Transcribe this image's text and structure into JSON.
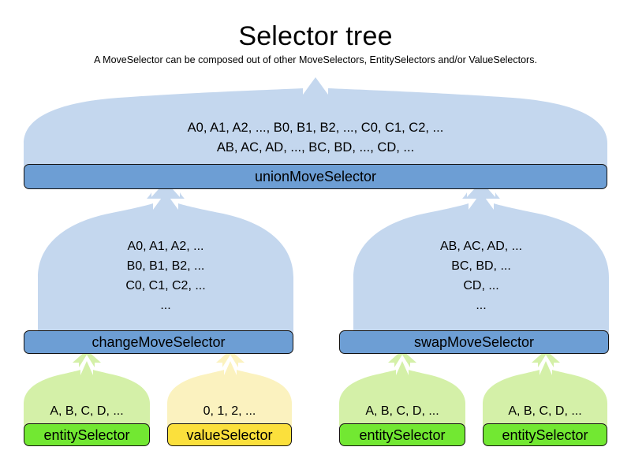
{
  "header": {
    "title": "Selector tree",
    "subtitle": "A MoveSelector can be composed out of other MoveSelectors, EntitySelectors and/or ValueSelectors."
  },
  "colors": {
    "hill_blue": "#c4d7ee",
    "hill_green": "#d4f0a8",
    "hill_yellow": "#fbf2bf",
    "bar_blue": "#6d9ed4",
    "bar_green": "#72e832",
    "bar_yellow": "#fbe03c",
    "bar_border": "#14110f",
    "background": "#ffffff",
    "text": "#000000"
  },
  "nodes": {
    "union": {
      "label": "unionMoveSelector",
      "lines": [
        "A0, A1, A2, ..., B0, B1, B2, ..., C0, C1, C2, ...",
        "AB, AC, AD, ..., BC, BD, ..., CD, ..."
      ]
    },
    "change": {
      "label": "changeMoveSelector",
      "lines": [
        "A0, A1, A2, ...",
        "B0, B1, B2, ...",
        "C0, C1, C2, ...",
        "..."
      ]
    },
    "swap": {
      "label": "swapMoveSelector",
      "lines": [
        "AB, AC, AD, ...",
        "BC, BD, ...",
        "CD, ...",
        "..."
      ]
    },
    "entity1": {
      "label": "entitySelector",
      "lines": [
        "A, B, C, D, ..."
      ]
    },
    "value1": {
      "label": "valueSelector",
      "lines": [
        "0, 1, 2, ..."
      ]
    },
    "entity2": {
      "label": "entitySelector",
      "lines": [
        "A, B, C, D, ..."
      ]
    },
    "entity3": {
      "label": "entitySelector",
      "lines": [
        "A, B, C, D, ..."
      ]
    }
  }
}
